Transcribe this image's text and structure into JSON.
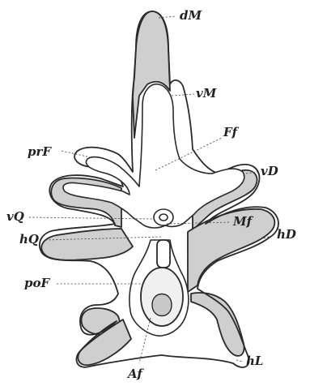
{
  "figure": {
    "labels": {
      "dM": "dM",
      "vM": "vM",
      "Ff": "Ff",
      "prF": "prF",
      "vD": "vD",
      "vQ": "vQ",
      "Mf": "Mf",
      "hQ": "hQ",
      "hD": "hD",
      "poF": "poF",
      "Af": "Af",
      "hL": "hL"
    }
  }
}
